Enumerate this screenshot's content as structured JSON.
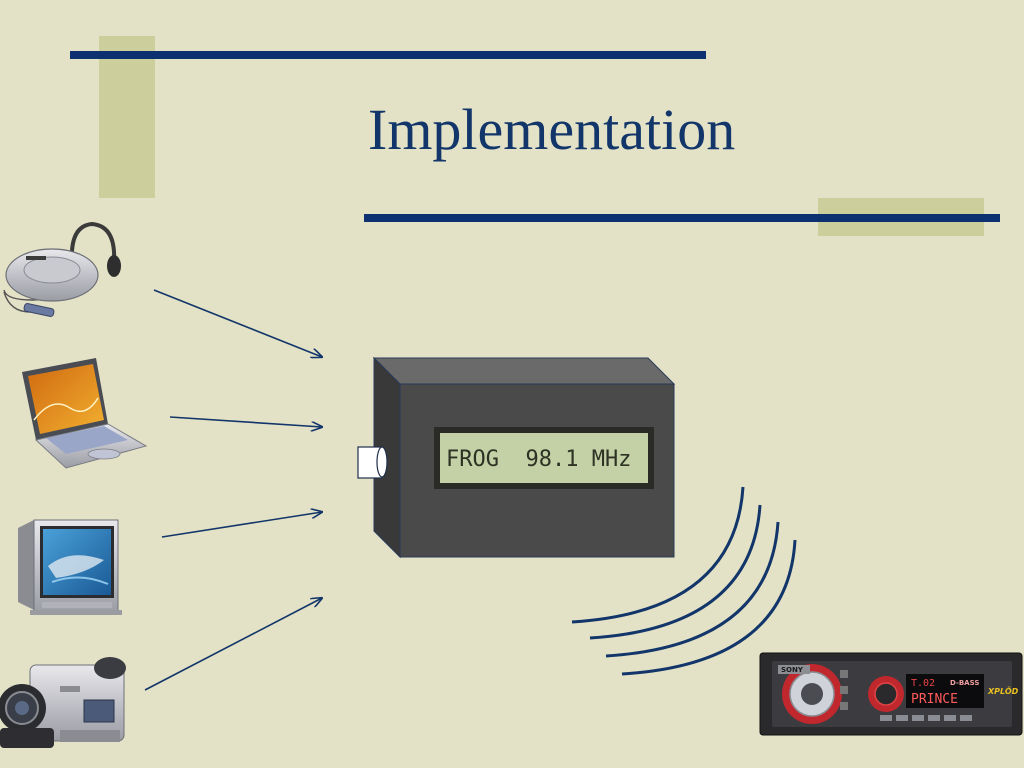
{
  "slide": {
    "title": "Implementation",
    "colors": {
      "background": "#e3e2c6",
      "accent_navy": "#0d3170",
      "accent_olive": "#ccce9c",
      "device_body": "#4a4a4a",
      "lcd_background": "#c4d0a6"
    }
  },
  "diagram": {
    "transmitter": {
      "icon": "fm-transmitter-box-icon",
      "lcd_text": "FROG  98.1 MHz"
    },
    "sources": [
      {
        "icon": "portable-cd-player-with-headphones-icon"
      },
      {
        "icon": "laptop-computer-icon"
      },
      {
        "icon": "crt-television-icon"
      },
      {
        "icon": "camcorder-icon"
      }
    ],
    "receiver": {
      "icon": "car-stereo-icon",
      "brand": "SONY",
      "display_track": "T.02",
      "display_text": "PRINCE",
      "display_badge": "D-BASS",
      "sticker": "XPLÖD"
    }
  }
}
